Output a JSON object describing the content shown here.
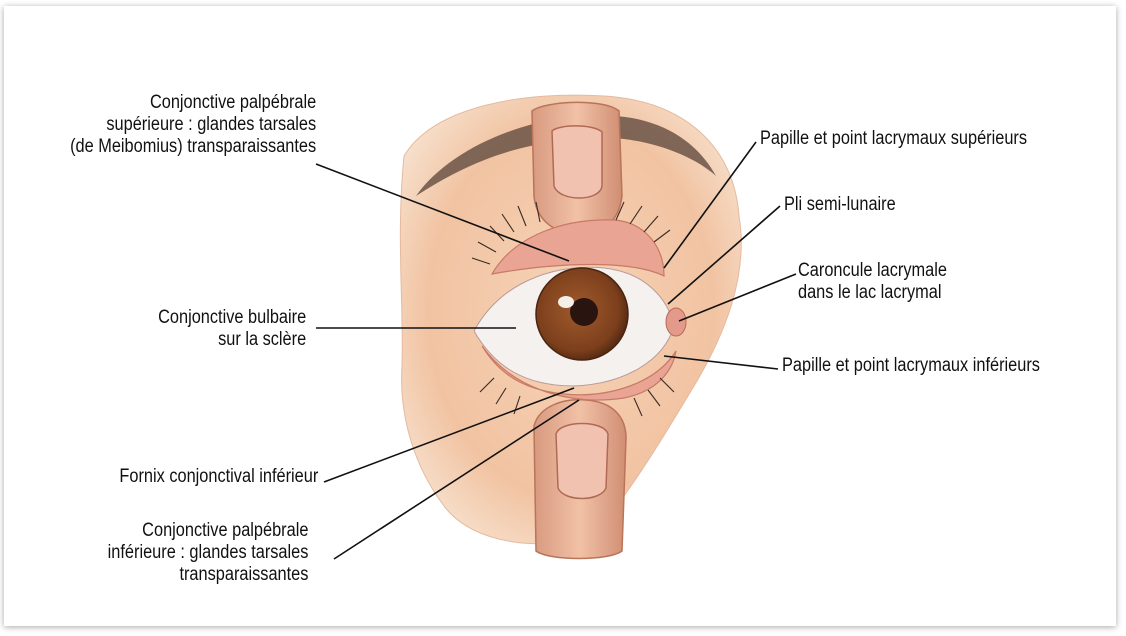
{
  "labels": {
    "conj_palp_sup": [
      "Conjonctive palpébrale",
      "supérieure : glandes tarsales",
      "(de Meibomius) transparaissantes"
    ],
    "conj_bulbaire": [
      "Conjonctive bulbaire",
      "sur la sclère"
    ],
    "fornix": [
      "Fornix conjonctival inférieur"
    ],
    "conj_palp_inf": [
      "Conjonctive palpébrale",
      "inférieure : glandes tarsales",
      "transparaissantes"
    ],
    "papille_sup": [
      "Papille et point lacrymaux supérieurs"
    ],
    "pli": [
      "Pli semi-lunaire"
    ],
    "caroncule": [
      "Caroncule lacrymale",
      "dans le lac lacrymal"
    ],
    "papille_inf": [
      "Papille et point lacrymaux inférieurs"
    ]
  },
  "colors": {
    "skin": "#f3c8a6",
    "skin_shade": "#d99a7a",
    "eyebrow": "#6b5346",
    "iris": "#8a4a24",
    "pupil": "#2a1410",
    "sclera": "#f4f1ee",
    "conjunctiva": "#e9a493",
    "leader_line": "#111111"
  }
}
